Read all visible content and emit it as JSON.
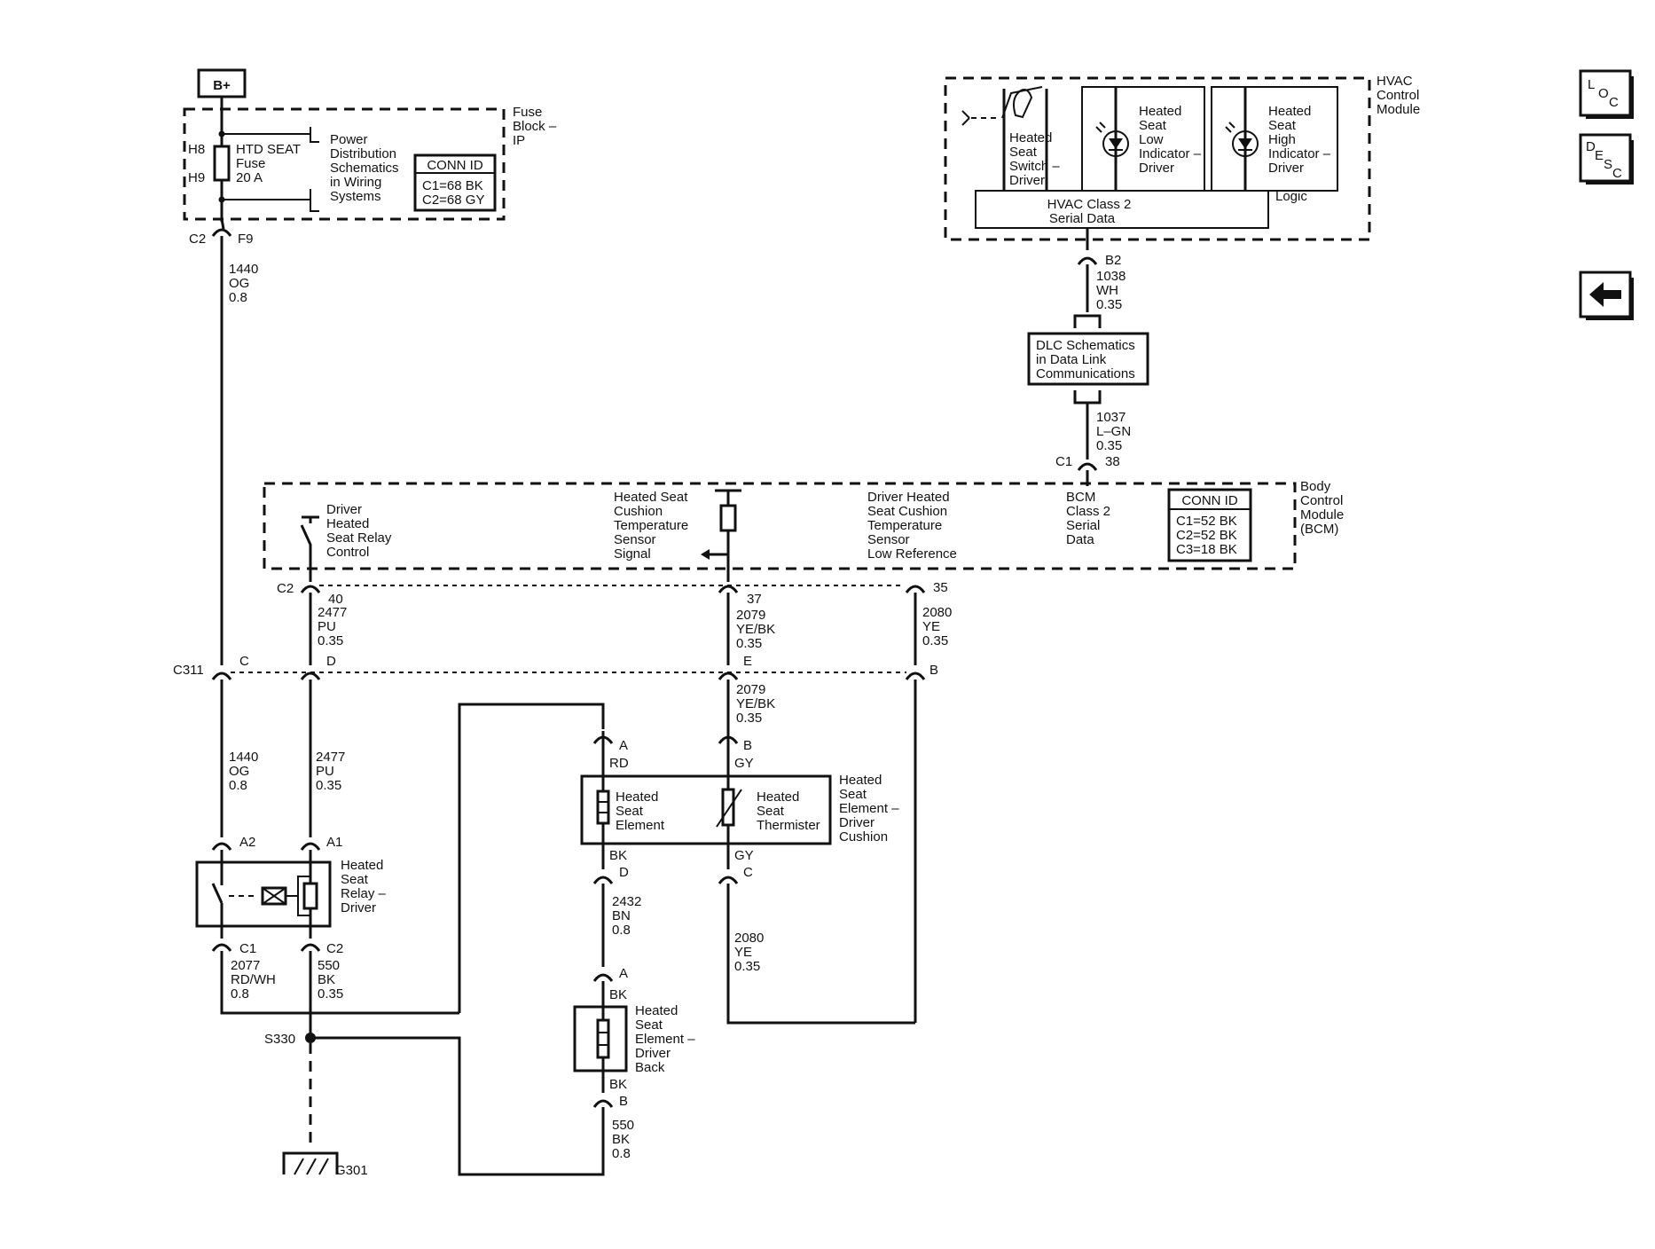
{
  "power": {
    "label": "B+"
  },
  "fuse_block": {
    "title": [
      "Fuse",
      "Block –",
      "IP"
    ],
    "pin_top": "H8",
    "pin_bottom": "H9",
    "fuse": [
      "HTD SEAT",
      "Fuse",
      "20 A"
    ],
    "power_note": [
      "Power",
      "Distribution",
      "Schematics",
      "in Wiring",
      "Systems"
    ],
    "conn_id_title": "CONN ID",
    "conn_id": [
      "C1=68 BK",
      "C2=68 GY"
    ]
  },
  "conn_c2_f9": {
    "left": "C2",
    "right": "F9"
  },
  "wire_1440_top": [
    "1440",
    "OG",
    "0.8"
  ],
  "hvac": {
    "title": [
      "HVAC",
      "Control",
      "Module"
    ],
    "switch": [
      "Heated",
      "Seat",
      "Switch –",
      "Driver"
    ],
    "low_indicator": [
      "Heated",
      "Seat",
      "Low",
      "Indicator –",
      "Driver"
    ],
    "high_indicator": [
      "Heated",
      "Seat",
      "High",
      "Indicator –",
      "Driver"
    ],
    "serial_data": [
      "HVAC Class 2",
      "Serial Data"
    ],
    "logic": "Logic",
    "pin": "B2"
  },
  "wire_1038": [
    "1038",
    "WH",
    "0.35"
  ],
  "dlc": [
    "DLC Schematics",
    "in Data Link",
    "Communications"
  ],
  "wire_1037": [
    "1037",
    "L–GN",
    "0.35"
  ],
  "bcm_conn": {
    "left": "C1",
    "right": "38"
  },
  "bcm": {
    "title": [
      "Body",
      "Control",
      "Module",
      "(BCM)"
    ],
    "relay_control": [
      "Driver",
      "Heated",
      "Seat Relay",
      "Control"
    ],
    "temp_signal": [
      "Heated Seat",
      "Cushion",
      "Temperature",
      "Sensor",
      "Signal"
    ],
    "low_ref": [
      "Driver Heated",
      "Seat Cushion",
      "Temperature",
      "Sensor",
      "Low Reference"
    ],
    "serial": [
      "BCM",
      "Class 2",
      "Serial",
      "Data"
    ],
    "conn_id_title": "CONN ID",
    "conn_id": [
      "C1=52 BK",
      "C2=52 BK",
      "C3=18 BK"
    ],
    "conn_label": "C2",
    "pins": [
      "40",
      "37",
      "35"
    ]
  },
  "wire_2477_top": [
    "2477",
    "PU",
    "0.35"
  ],
  "wire_2079_top": [
    "2079",
    "YE/BK",
    "0.35"
  ],
  "wire_2080_top": [
    "2080",
    "YE",
    "0.35"
  ],
  "c311": {
    "label": "C311",
    "pins": [
      "C",
      "D",
      "E",
      "B"
    ]
  },
  "wire_2079_mid": [
    "2079",
    "YE/BK",
    "0.35"
  ],
  "wire_1440_mid": [
    "1440",
    "OG",
    "0.8"
  ],
  "wire_2477_mid": [
    "2477",
    "PU",
    "0.35"
  ],
  "cushion": {
    "pin_a": "A",
    "color_a": "RD",
    "pin_b": "B",
    "color_b": "GY",
    "element": [
      "Heated",
      "Seat",
      "Element"
    ],
    "thermister": [
      "Heated",
      "Seat",
      "Thermister"
    ],
    "title": [
      "Heated",
      "Seat",
      "Element –",
      "Driver",
      "Cushion"
    ],
    "color_d": "BK",
    "pin_d": "D",
    "color_c": "GY",
    "pin_c": "C"
  },
  "relay": {
    "pin_a2": "A2",
    "pin_a1": "A1",
    "title": [
      "Heated",
      "Seat",
      "Relay –",
      "Driver"
    ],
    "pin_c1": "C1",
    "pin_c2": "C2"
  },
  "wire_2077": [
    "2077",
    "RD/WH",
    "0.8"
  ],
  "wire_550_top": [
    "550",
    "BK",
    "0.35"
  ],
  "wire_2432": [
    "2432",
    "BN",
    "0.8"
  ],
  "wire_2080_bottom": [
    "2080",
    "YE",
    "0.35"
  ],
  "back": {
    "pin_a": "A",
    "color_a": "BK",
    "title": [
      "Heated",
      "Seat",
      "Element –",
      "Driver",
      "Back"
    ],
    "color_b": "BK",
    "pin_b": "B"
  },
  "wire_550_bottom": [
    "550",
    "BK",
    "0.8"
  ],
  "splice": "S330",
  "ground": "G301",
  "nav": {
    "loc": [
      "L",
      "O",
      "C"
    ],
    "desc": [
      "D",
      "E",
      "S",
      "C"
    ],
    "back_icon": "arrow-left-icon"
  }
}
